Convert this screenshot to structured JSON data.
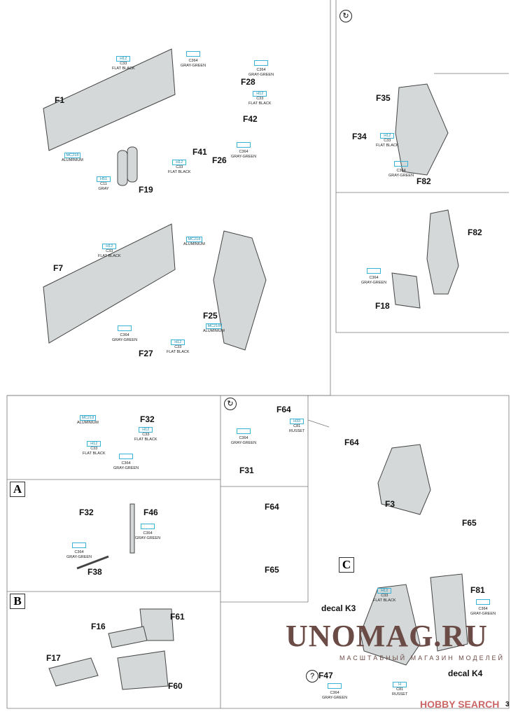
{
  "page_number": "3",
  "sections": {
    "A": "A",
    "B": "B",
    "C": "C"
  },
  "rotate_icon": "rotate-view-icon",
  "question_icon": "optional-part-icon",
  "parts": {
    "F1": "F1",
    "F28": "F28",
    "F42": "F42",
    "F41": "F41",
    "F26": "F26",
    "F19": "F19",
    "F35": "F35",
    "F34": "F34",
    "F82a": "F82",
    "F82b": "F82",
    "F18": "F18",
    "F7": "F7",
    "F25": "F25",
    "F27": "F27",
    "F32a": "F32",
    "F32b": "F32",
    "F46": "F46",
    "F38": "F38",
    "F64a": "F64",
    "F64b": "F64",
    "F64c": "F64",
    "F31": "F31",
    "F3": "F3",
    "F65a": "F65",
    "F65b": "F65",
    "F16": "F16",
    "F61": "F61",
    "F17": "F17",
    "F60": "F60",
    "F81": "F81",
    "F47": "F47",
    "decalK3": "decal K3",
    "decalK4": "decal K4"
  },
  "callouts": [
    {
      "box": "H12",
      "code": "C33",
      "name": "FLAT BLACK"
    },
    {
      "box": "",
      "code": "C364",
      "name": "GRAY-GREEN"
    },
    {
      "box": "",
      "code": "C364",
      "name": "GRAY-GREEN"
    },
    {
      "box": "H12",
      "code": "C33",
      "name": "FLAT BLACK"
    },
    {
      "box": "MC218",
      "code": "",
      "name": "ALUMINIUM"
    },
    {
      "box": "",
      "code": "C364",
      "name": "GRAY-GREEN"
    },
    {
      "box": "H12",
      "code": "C33",
      "name": "FLAT BLACK"
    },
    {
      "box": "H51",
      "code": "C11",
      "name": "GRAY"
    },
    {
      "box": "H12",
      "code": "C33",
      "name": "FLAT BLACK"
    },
    {
      "box": "",
      "code": "C364",
      "name": "GRAY-GREEN"
    },
    {
      "box": "",
      "code": "C364",
      "name": "GRAY-GREEN"
    },
    {
      "box": "H12",
      "code": "C33",
      "name": "FLAT BLACK"
    },
    {
      "box": "MC218",
      "code": "",
      "name": "ALUMINIUM"
    },
    {
      "box": "",
      "code": "C364",
      "name": "GRAY-GREEN"
    },
    {
      "box": "MC218",
      "code": "",
      "name": "ALUMINIUM"
    },
    {
      "box": "H12",
      "code": "C33",
      "name": "FLAT BLACK"
    },
    {
      "box": "MC218",
      "code": "",
      "name": "ALUMINIUM"
    },
    {
      "box": "H12",
      "code": "C33",
      "name": "FLAT BLACK"
    },
    {
      "box": "H12",
      "code": "C33",
      "name": "FLAT BLACK"
    },
    {
      "box": "",
      "code": "C364",
      "name": "GRAY-GREEN"
    },
    {
      "box": "",
      "code": "C364",
      "name": "GRAY-GREEN"
    },
    {
      "box": "",
      "code": "C364",
      "name": "GRAY-GREEN"
    },
    {
      "box": "",
      "code": "C364",
      "name": "GRAY-GREEN"
    },
    {
      "box": "H33",
      "code": "C81",
      "name": "RUSSET"
    },
    {
      "box": "H12",
      "code": "C33",
      "name": "FLAT BLACK"
    },
    {
      "box": "",
      "code": "C364",
      "name": "GRAY-GREEN"
    },
    {
      "box": "",
      "code": "C364",
      "name": "GRAY-GREEN"
    },
    {
      "box": "H",
      "code": "C81",
      "name": "RUSSET"
    }
  ],
  "watermark": {
    "title": "UNOMAG.RU",
    "subtitle": "МАСШТАБНЫЙ МАГАЗИН МОДЕЛЕЙ",
    "source": "HOBBY SEARCH"
  },
  "colors": {
    "paint_box": "#39b3d6",
    "part_fill": "#d4d8d8",
    "watermark": "#6b4b45"
  }
}
